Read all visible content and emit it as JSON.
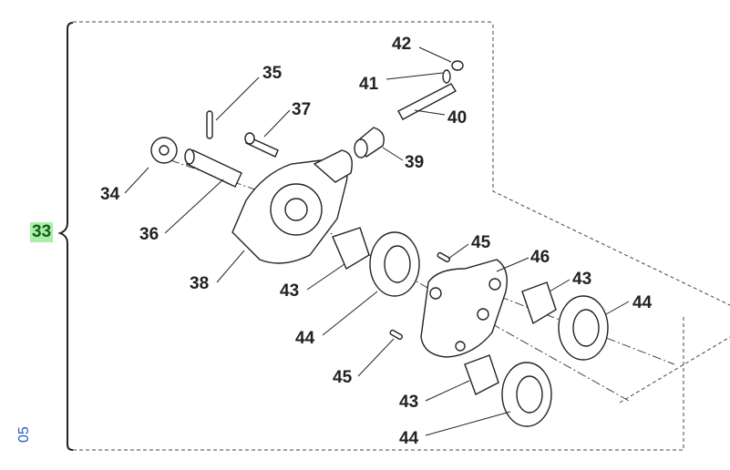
{
  "group": {
    "label": "33",
    "highlight_color": "#a8f0a8"
  },
  "page_code": "05",
  "callouts": [
    "42",
    "41",
    "40",
    "35",
    "37",
    "39",
    "34",
    "36",
    "38",
    "43",
    "44",
    "45",
    "46",
    "43",
    "44",
    "45",
    "43",
    "44"
  ]
}
